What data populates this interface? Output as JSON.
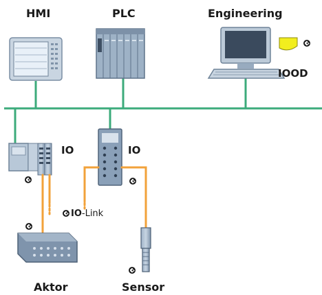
{
  "labels": {
    "hmi": "HMI",
    "plc": "PLC",
    "engineering": "Engineering",
    "iood": "IOOD",
    "io_left": "IO",
    "io_right": "IO",
    "iolink_bold": "IO",
    "iolink_rest": "-Link",
    "aktor": "Aktor",
    "sensor": "Sensor"
  },
  "colors": {
    "bus": "#3cab7b",
    "iolink_cable": "#f2a23a",
    "device_body": "#8aa0b8",
    "iood_file": "#f2ee1e"
  },
  "icons": [
    "io-link-logo-icon",
    "file-icon"
  ]
}
